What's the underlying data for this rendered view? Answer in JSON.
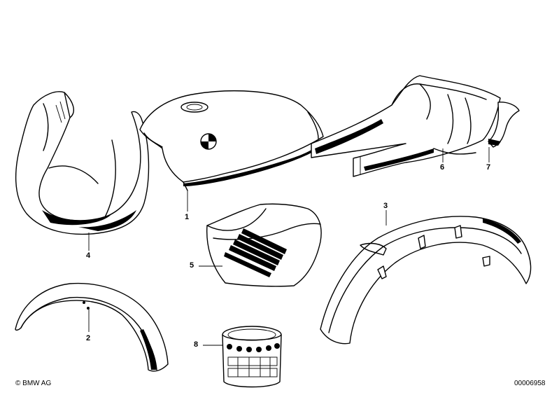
{
  "callouts": [
    {
      "id": "1",
      "label": "1"
    },
    {
      "id": "2",
      "label": "2"
    },
    {
      "id": "3",
      "label": "3"
    },
    {
      "id": "4",
      "label": "4"
    },
    {
      "id": "5",
      "label": "5"
    },
    {
      "id": "6",
      "label": "6"
    },
    {
      "id": "7",
      "label": "7"
    },
    {
      "id": "8",
      "label": "8"
    }
  ],
  "footer": {
    "copyright": "© BMW AG",
    "drawing_number": "00006958"
  }
}
